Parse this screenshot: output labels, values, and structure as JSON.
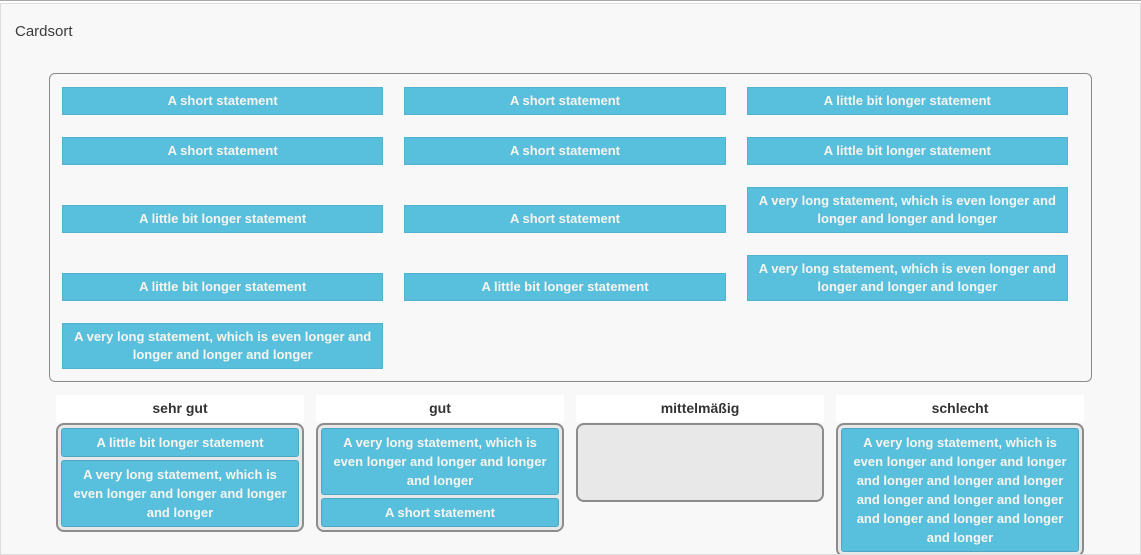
{
  "title": "Cardsort",
  "colors": {
    "page_bg": "#f8f8f8",
    "card_bg": "#58bfdd",
    "card_text": "#f7f5ef",
    "dropzone_bg": "#e8e8e8",
    "dropzone_border": "#8c8c8c"
  },
  "pool": {
    "cards": [
      "A short statement",
      "A short statement",
      "A little bit longer statement",
      "A short statement",
      "A short statement",
      "A little bit longer statement",
      "A little bit longer statement",
      "A short statement",
      "A very long statement, which is even longer and longer and longer and longer",
      "A little bit longer statement",
      "A little bit longer statement",
      "A very long statement, which is even longer and longer and longer and longer",
      "A very long statement, which is even longer and longer and longer and longer"
    ]
  },
  "categories": [
    {
      "label": "sehr gut",
      "cards": [
        "A little bit longer statement",
        "A very long statement, which is even longer and longer and longer and longer"
      ]
    },
    {
      "label": "gut",
      "cards": [
        "A very long statement, which is even longer and longer and longer and longer",
        "A short statement"
      ]
    },
    {
      "label": "mittelmäßig",
      "cards": []
    },
    {
      "label": "schlecht",
      "cards": [
        "A very long statement, which is even longer and longer and longer and longer and longer and longer and longer and longer and longer and longer and longer and longer and longer"
      ]
    }
  ]
}
